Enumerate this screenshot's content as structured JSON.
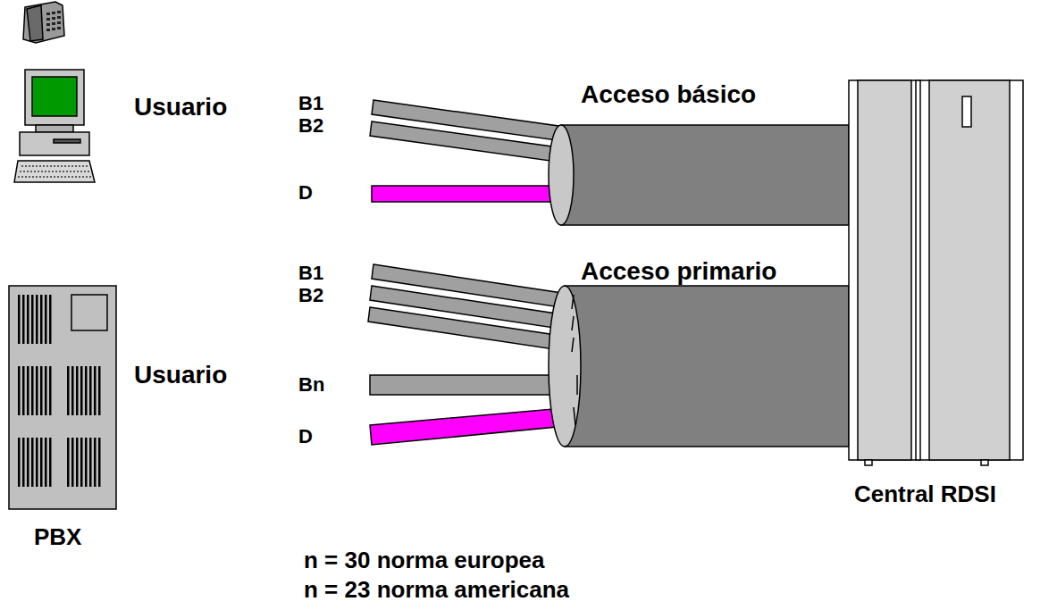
{
  "diagram": {
    "nodes": [
      {
        "text": [
          "Acceso básico"
        ]
      },
      {
        "text": [
          "Acceso primario"
        ]
      },
      {
        "text": [
          "PBX"
        ]
      },
      {
        "text": [
          "Central RDSI"
        ]
      }
    ],
    "labels": [
      "Usuario",
      "B1",
      "B2",
      "D",
      "Usuario",
      "B1",
      "B2",
      "Bn",
      "D",
      "n = 30 norma europea",
      "n = 23 norma americana"
    ]
  }
}
